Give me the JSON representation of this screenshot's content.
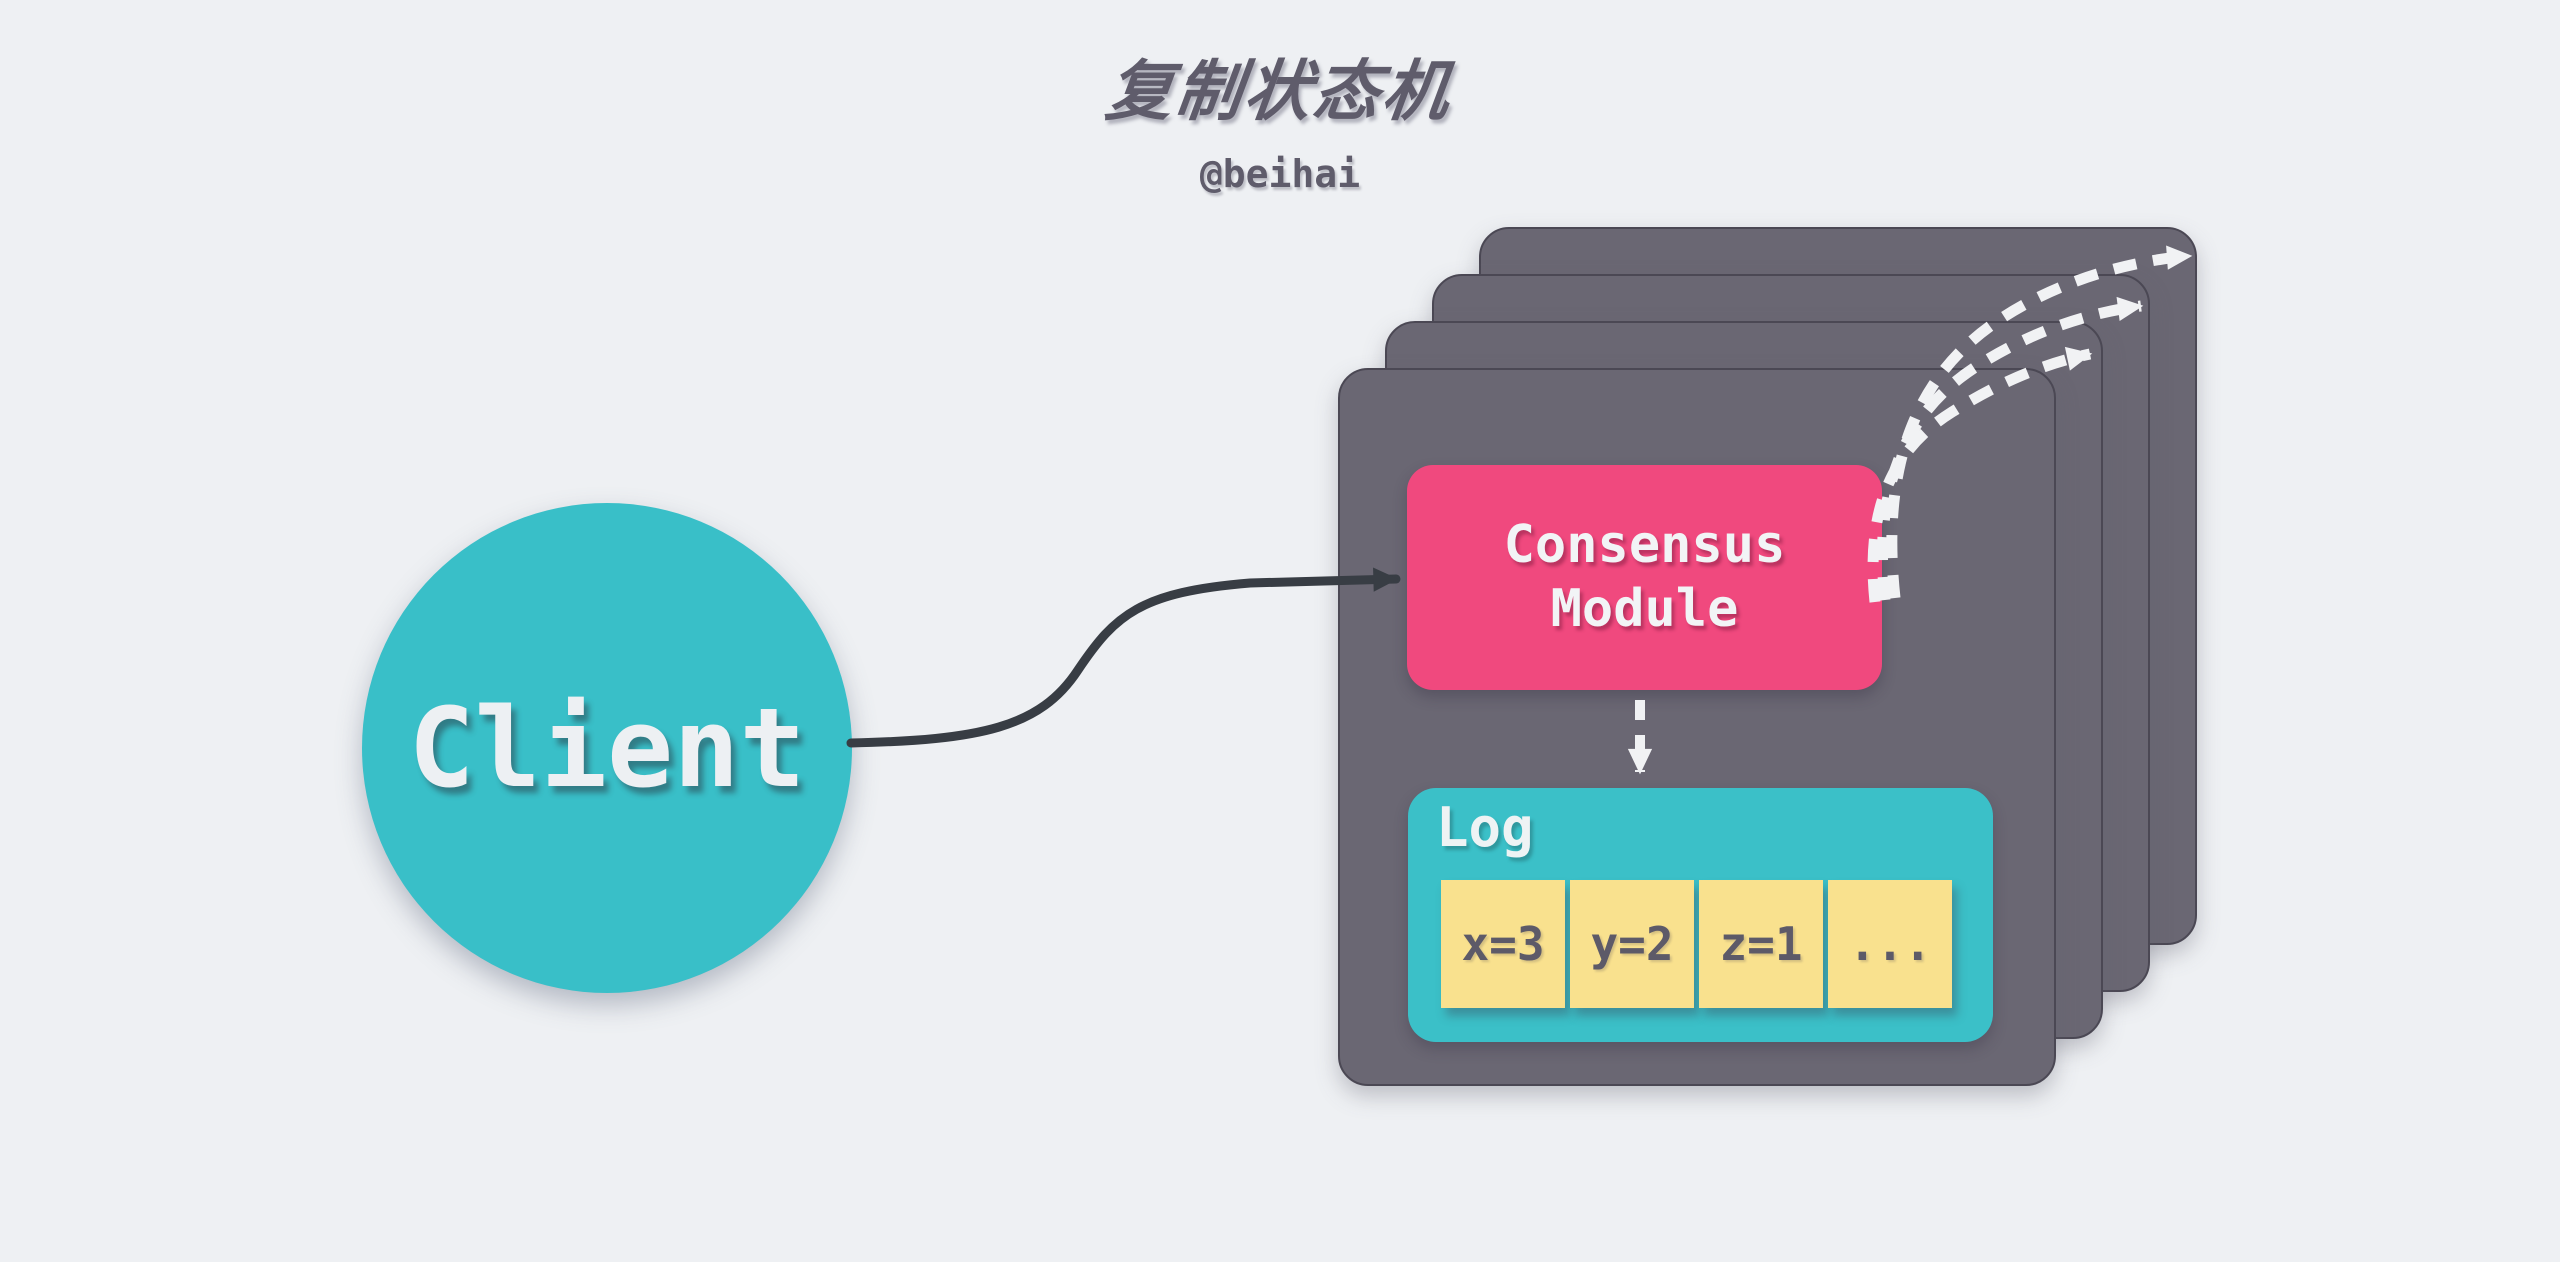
{
  "meta": {
    "title": "复制状态机",
    "author": "@beihai"
  },
  "client": {
    "label": "Client"
  },
  "server": {
    "replica_count": 4,
    "consensus": {
      "label": "Consensus Module",
      "lines": [
        "Consensus",
        "Module"
      ]
    },
    "log": {
      "label": "Log",
      "cells": [
        "x=3",
        "y=2",
        "z=1",
        "..."
      ]
    }
  },
  "arrows": {
    "client_to_consensus": "solid",
    "consensus_to_log": "dashed",
    "replication_count": 3
  },
  "colors": {
    "background": "#eef0f3",
    "heading_text": "#5f5c6b",
    "client_teal": "#39bfc8",
    "server_gray": "#6a6773",
    "server_border": "#4b4854",
    "consensus_pink": "#f0497e",
    "log_teal": "#3bc0c8",
    "cell_yellow": "#f9e18e",
    "cell_text": "#5d5a68",
    "light_text": "#edf0f3",
    "solid_arrow": "#383d44",
    "dashed_arrow": "#f1f2f4"
  }
}
